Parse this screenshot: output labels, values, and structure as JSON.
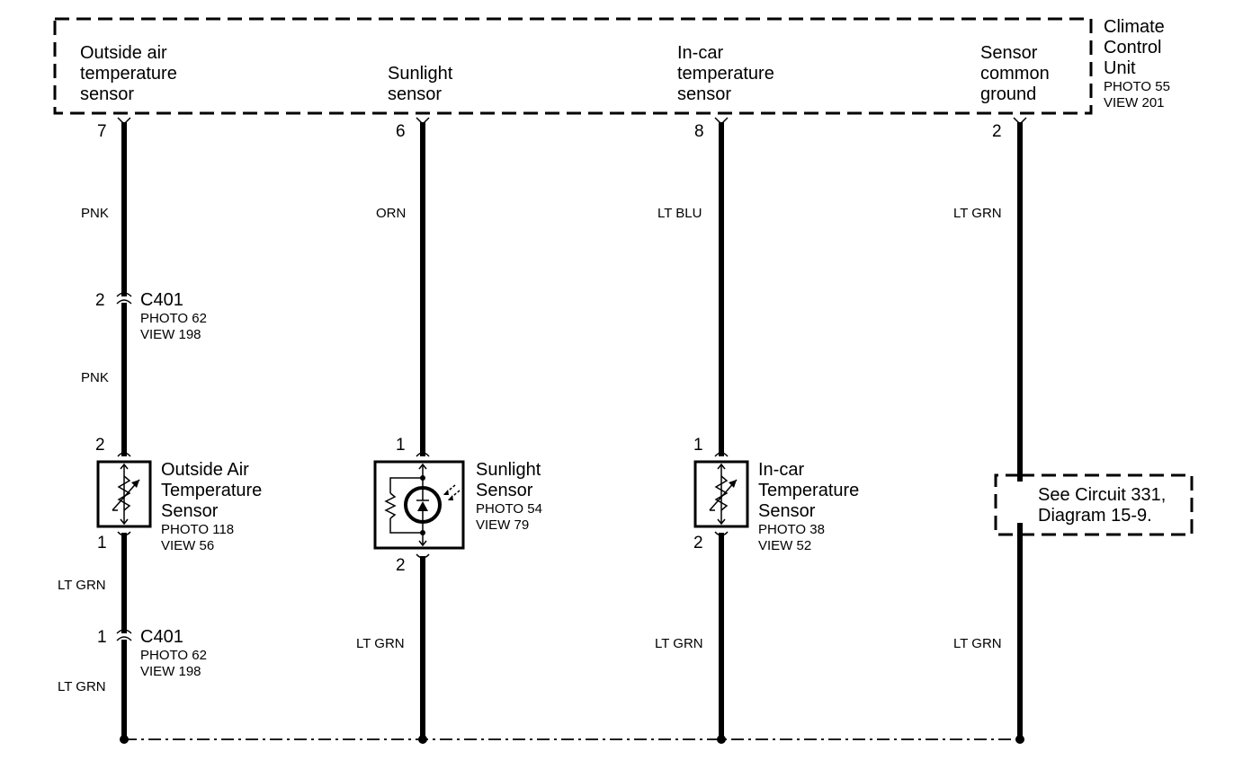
{
  "unit": {
    "name_lines": [
      "Climate",
      "Control",
      "Unit"
    ],
    "photo": "PHOTO 55",
    "view": "VIEW 201"
  },
  "circuits": [
    {
      "label_lines": [
        "Outside air",
        "temperature",
        "sensor"
      ],
      "pin": "7"
    },
    {
      "label_lines": [
        "Sunlight",
        "sensor"
      ],
      "pin": "6"
    },
    {
      "label_lines": [
        "In-car",
        "temperature",
        "sensor"
      ],
      "pin": "8"
    },
    {
      "label_lines": [
        "Sensor",
        "common",
        "ground"
      ],
      "pin": "2"
    }
  ],
  "wires": {
    "top": [
      "PNK",
      "ORN",
      "LT BLU",
      "LT GRN"
    ],
    "oat_mid": "PNK",
    "oat_after_sensor": "LT GRN",
    "oat_bottom": "LT GRN",
    "bottom": [
      "LT GRN",
      "LT GRN",
      "LT GRN"
    ]
  },
  "connectors": [
    {
      "name": "C401",
      "photo": "PHOTO 62",
      "view": "VIEW 198",
      "pin": "2"
    },
    {
      "name": "C401",
      "photo": "PHOTO 62",
      "view": "VIEW 198",
      "pin": "1"
    }
  ],
  "components": [
    {
      "name_lines": [
        "Outside Air",
        "Temperature",
        "Sensor"
      ],
      "photo": "PHOTO 118",
      "view": "VIEW 56",
      "pin_top": "2",
      "pin_bottom": "1",
      "icon": "thermistor-icon"
    },
    {
      "name_lines": [
        "Sunlight",
        "Sensor"
      ],
      "photo": "PHOTO 54",
      "view": "VIEW 79",
      "pin_top": "1",
      "pin_bottom": "2",
      "icon": "photodiode-icon"
    },
    {
      "name_lines": [
        "In-car",
        "Temperature",
        "Sensor"
      ],
      "photo": "PHOTO 38",
      "view": "VIEW 52",
      "pin_top": "1",
      "pin_bottom": "2",
      "icon": "thermistor-icon"
    }
  ],
  "reference": {
    "lines": [
      "See Circuit 331,",
      "Diagram 15-9."
    ]
  }
}
